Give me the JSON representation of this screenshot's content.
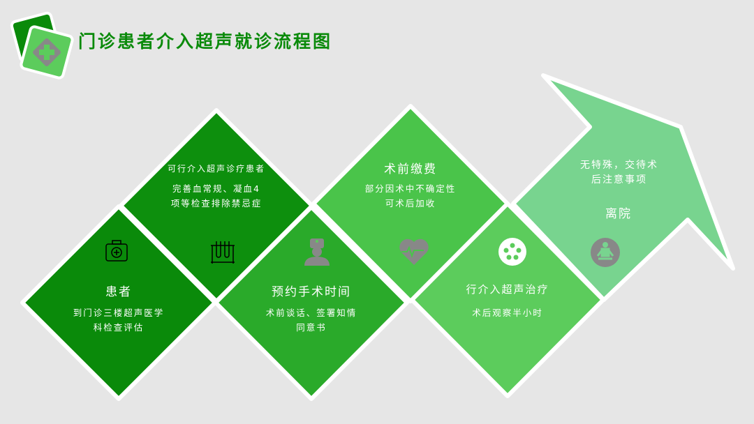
{
  "title": "门诊患者介入超声就诊流程图",
  "colors": {
    "dark": "#0a8a0a",
    "mid": "#2aaa2a",
    "light": "#4ac44a",
    "lighter": "#5ccc5c",
    "arrow": "#78d48f",
    "icon": "#888888"
  },
  "steps": [
    {
      "title": "患者",
      "desc": [
        "到门诊三楼超声医学",
        "科检查评估"
      ],
      "icon": "medical-kit-icon"
    },
    {
      "title": "可行介入超声诊疗患者",
      "desc": [
        "完善血常规、凝血4",
        "项等检查排除禁忌症"
      ],
      "icon": "test-tubes-icon"
    },
    {
      "title": "预约手术时间",
      "desc": [
        "术前谈话、签署知情",
        "同意书"
      ],
      "icon": "doctor-icon"
    },
    {
      "title": "术前缴费",
      "desc": [
        "部分因术中不确定性",
        "可术后加收"
      ],
      "icon": "heartbeat-icon"
    },
    {
      "title": "行介入超声治疗",
      "desc": [
        "术后观察半小时"
      ],
      "icon": "film-reel-icon"
    },
    {
      "title": "离院",
      "desc": [
        "无特殊，交待术",
        "后注意事项"
      ],
      "icon": "meditation-icon"
    }
  ]
}
